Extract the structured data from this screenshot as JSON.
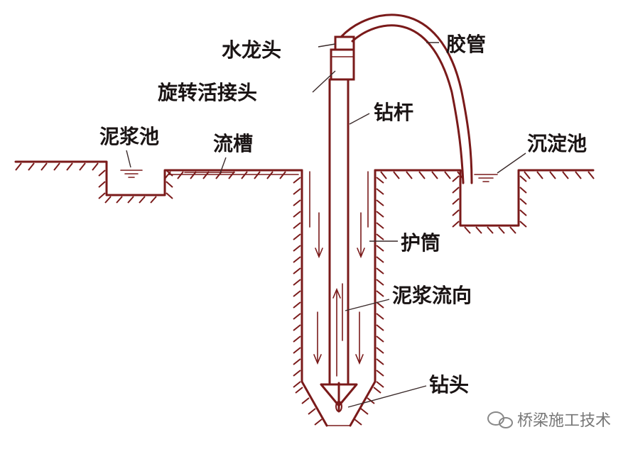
{
  "labels": {
    "faucet_head": "水龙头",
    "rotary_joint": "旋转活接头",
    "hose": "胶管",
    "drill_rod": "钻杆",
    "mud_pit": "泥浆池",
    "flow_channel": "流槽",
    "settling_pit": "沉淀池",
    "casing": "护筒",
    "mud_flow_direction": "泥浆流向",
    "drill_bit": "钻头"
  },
  "watermark": {
    "text": "桥梁施工技术"
  },
  "colors": {
    "line": "#7a1a1a",
    "text": "#1a1414"
  }
}
